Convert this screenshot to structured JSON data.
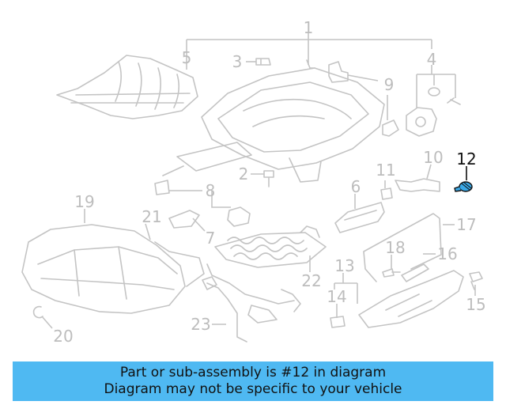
{
  "callouts": {
    "c1": "1",
    "c2": "2",
    "c3": "3",
    "c4": "4",
    "c5": "5",
    "c6": "6",
    "c7": "7",
    "c8": "8",
    "c9": "9",
    "c10": "10",
    "c11": "11",
    "c12": "12",
    "c13": "13",
    "c14": "14",
    "c15": "15",
    "c16": "16",
    "c17": "17",
    "c18": "18",
    "c19": "19",
    "c20": "20",
    "c21": "21",
    "c22": "22",
    "c23": "23"
  },
  "highlighted_part": "12",
  "colors": {
    "banner": "#4fb9f2",
    "highlight_part": "#3aa8e6",
    "line": "#c4c4c4",
    "callout": "#bdbdbd"
  },
  "banner": {
    "line1": "Part or sub-assembly is #12 in diagram",
    "line2": "Diagram may not be specific to your vehicle"
  }
}
